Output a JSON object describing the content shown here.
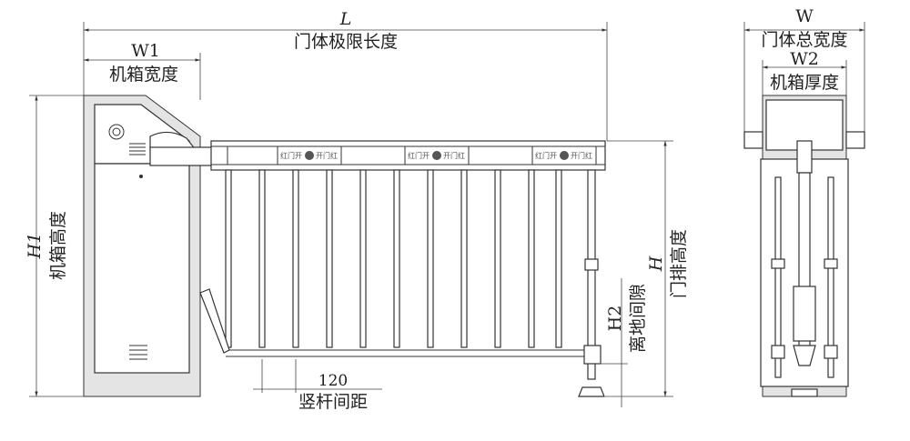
{
  "front_view": {
    "length": {
      "symbol": "L",
      "label": "门体极限长度"
    },
    "cabinet_width": {
      "symbol": "W1",
      "label": "机箱宽度"
    },
    "cabinet_height": {
      "symbol": "H1",
      "label": "机箱高度"
    },
    "picket_spacing": {
      "value": "120",
      "label": "竖杆间距"
    },
    "ground_clearance": {
      "symbol": "H2",
      "label": "离地间隙"
    },
    "gate_height": {
      "symbol": "H",
      "label": "门排高度"
    },
    "bar_logos": [
      {
        "left": "红门开",
        "right": "开门红"
      },
      {
        "left": "红门开",
        "right": "开门红"
      },
      {
        "left": "红门开",
        "right": "开门红"
      }
    ]
  },
  "side_view": {
    "total_width": {
      "symbol": "W",
      "label": "门体总宽度"
    },
    "cabinet_depth": {
      "symbol": "W2",
      "label": "机箱厚度"
    }
  }
}
